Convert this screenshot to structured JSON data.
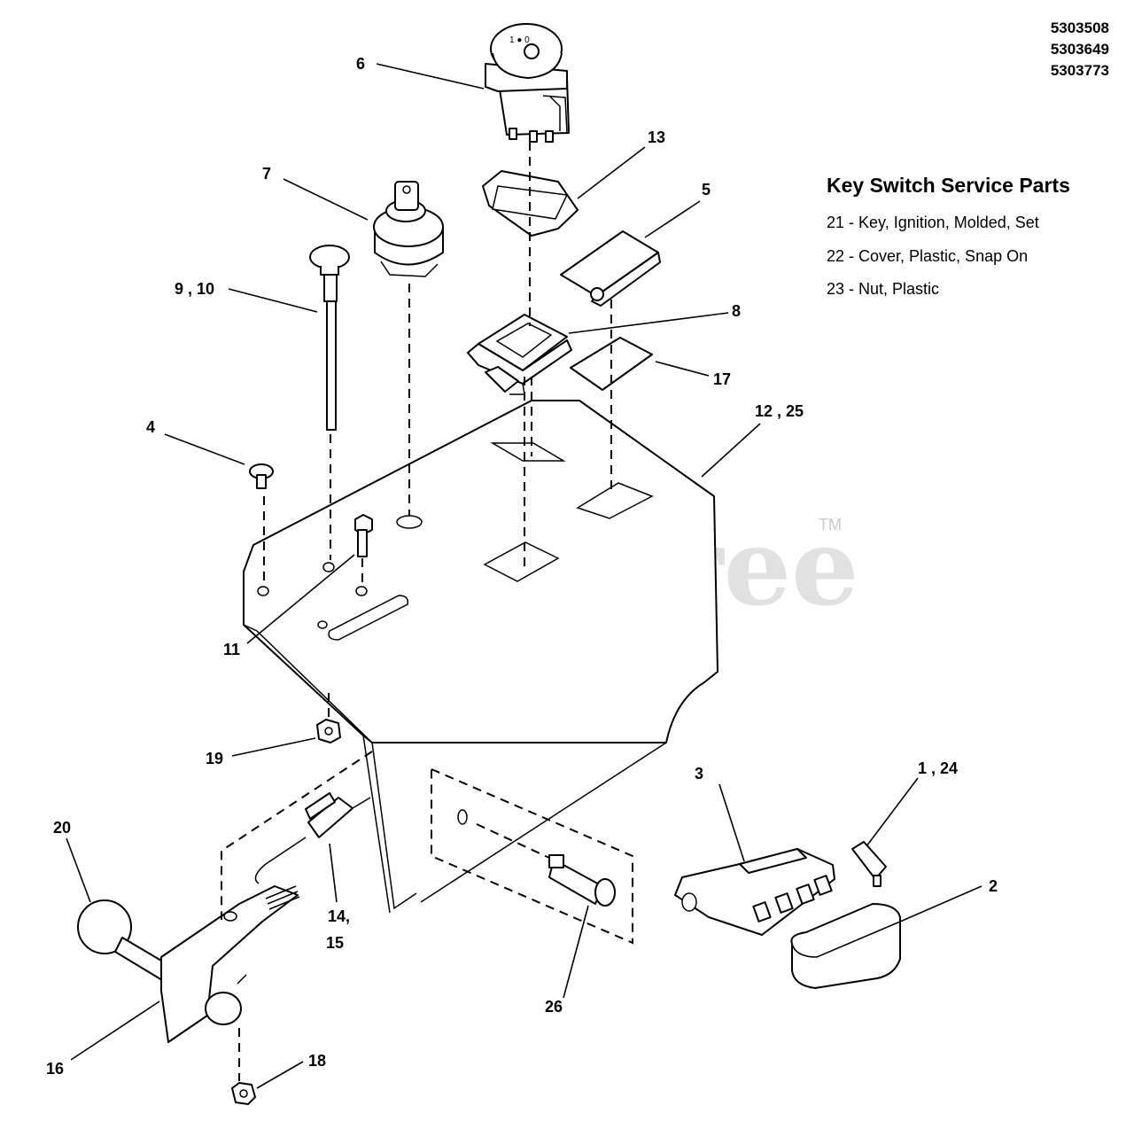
{
  "part_numbers": [
    "5303508",
    "5303649",
    "5303773"
  ],
  "service_parts": {
    "title": "Key Switch Service Parts",
    "items": [
      "21 - Key, Ignition, Molded, Set",
      "22 - Cover, Plastic, Snap On",
      "23 - Nut, Plastic"
    ]
  },
  "watermark": {
    "text": "PartsTree",
    "tm": "TM"
  },
  "callouts": {
    "c6": "6",
    "c13": "13",
    "c7": "7",
    "c5": "5",
    "c9_10": "9 , 10",
    "c8": "8",
    "c17": "17",
    "c12_25": "12 , 25",
    "c4": "4",
    "c11": "11",
    "c19": "19",
    "c3": "3",
    "c1_24": "1 , 24",
    "c20": "20",
    "c14": "14,",
    "c15": "15",
    "c2": "2",
    "c26": "26",
    "c16": "16",
    "c18": "18"
  }
}
